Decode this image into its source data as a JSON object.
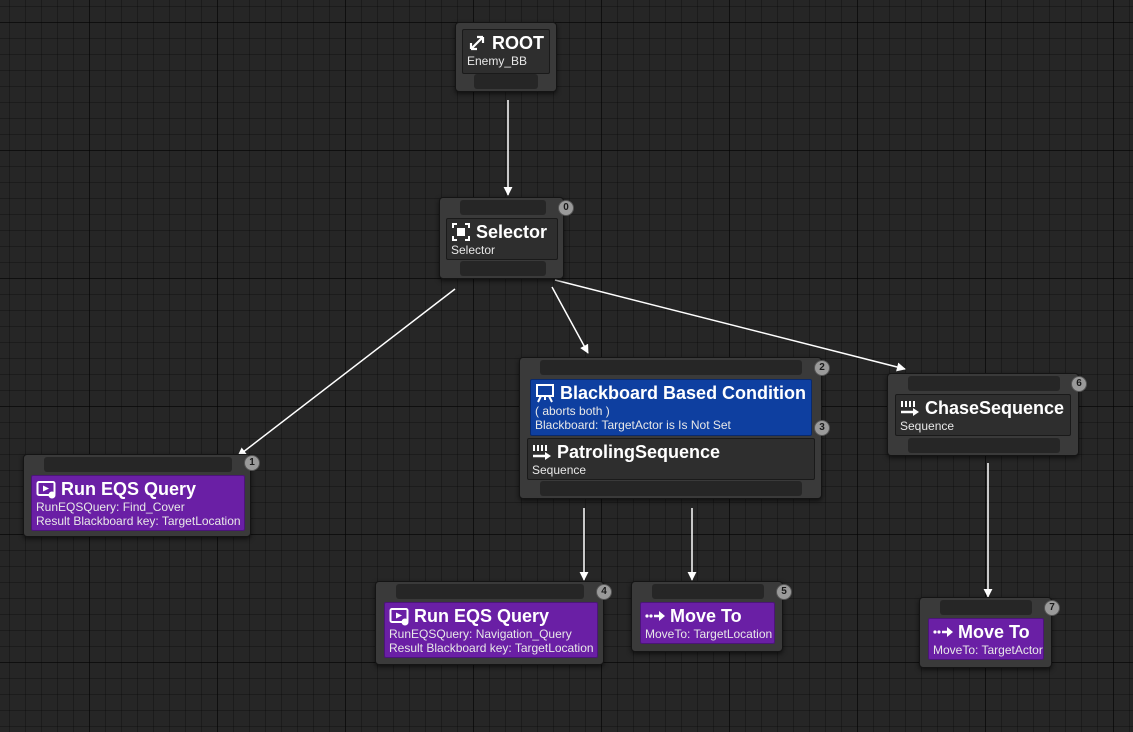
{
  "root": {
    "title": "ROOT",
    "subtitle": "Enemy_BB"
  },
  "selector": {
    "title": "Selector",
    "subtitle": "Selector",
    "index": "0"
  },
  "eqs_cover": {
    "title": "Run EQS Query",
    "line1": "RunEQSQuery: Find_Cover",
    "line2": "Result Blackboard key: TargetLocation",
    "index": "1"
  },
  "patrol": {
    "decorator": {
      "title": "Blackboard Based Condition",
      "line1": "( aborts both )",
      "line2": "Blackboard: TargetActor is Is Not Set",
      "index": "3"
    },
    "title": "PatrolingSequence",
    "subtitle": "Sequence",
    "index": "2"
  },
  "chase": {
    "title": "ChaseSequence",
    "subtitle": "Sequence",
    "index": "6"
  },
  "eqs_nav": {
    "title": "Run EQS Query",
    "line1": "RunEQSQuery: Navigation_Query",
    "line2": "Result Blackboard key: TargetLocation",
    "index": "4"
  },
  "moveto_loc": {
    "title": "Move To",
    "subtitle": "MoveTo: TargetLocation",
    "index": "5"
  },
  "moveto_actor": {
    "title": "Move To",
    "subtitle": "MoveTo: TargetActor",
    "index": "7"
  },
  "colors": {
    "task": "#6a1fa5",
    "decorator": "#0e3fa0",
    "composite": "#2e2e2e",
    "wire": "#ffffff"
  },
  "icons": {
    "root": "branch-icon",
    "selector": "selector-icon",
    "sequence": "sequence-icon",
    "eqs": "eqs-query-icon",
    "moveto": "move-to-icon",
    "decorator": "blackboard-icon"
  }
}
